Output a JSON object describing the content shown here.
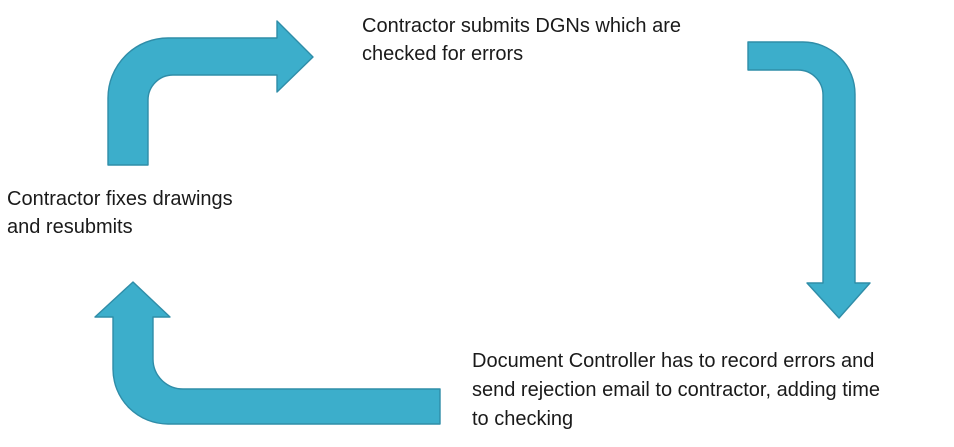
{
  "diagram": {
    "kind": "cycle-flow",
    "colors": {
      "background": "#FFFFFF",
      "arrow_fill": "#3CAECB",
      "arrow_stroke": "#2F8DA8",
      "text": "#1A1A1A"
    },
    "nodes": {
      "submit": {
        "text": "Contractor submits DGNs which are checked for errors",
        "lines": [
          "Contractor submits DGNs which are",
          "checked for errors"
        ]
      },
      "record": {
        "text": "Document Controller has to record errors and send rejection email to contractor, adding time to checking",
        "lines": [
          "Document Controller has to record errors and",
          "send rejection email to contractor, adding time",
          "to checking"
        ]
      },
      "fix": {
        "text": "Contractor fixes drawings and resubmits",
        "lines": [
          "Contractor fixes drawings",
          "and resubmits"
        ]
      }
    },
    "arrows": [
      {
        "name": "bent-arrow-up-then-right",
        "points_to": "submit"
      },
      {
        "name": "bent-arrow-right-then-down",
        "points_to": "record"
      },
      {
        "name": "bent-arrow-left-then-up",
        "points_to": "fix"
      }
    ]
  }
}
